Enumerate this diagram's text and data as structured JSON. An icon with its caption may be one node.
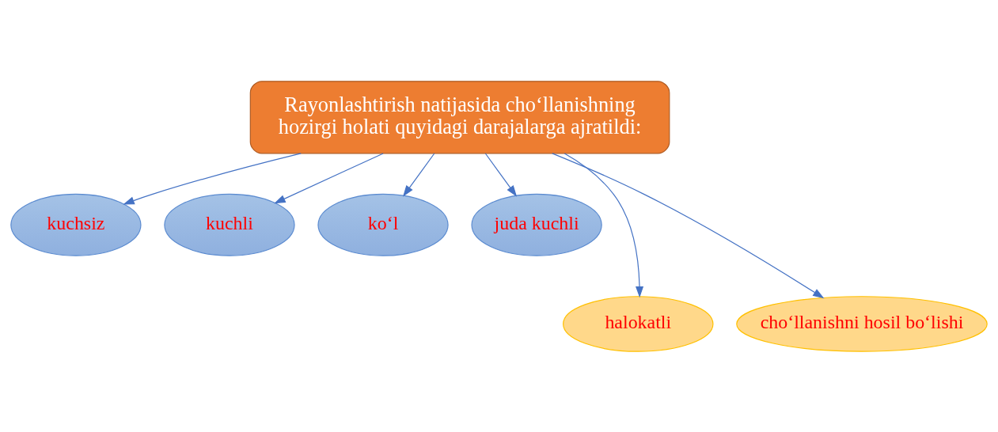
{
  "diagram": {
    "nodes": [
      {
        "text": [
          "Rayonlashtirish natijasida cho‘llanishning hozirgi holati quyidagi darajalarga ajratildi:"
        ]
      },
      {
        "text": [
          "kuchsiz"
        ]
      },
      {
        "text": [
          "kuchli"
        ]
      },
      {
        "text": [
          "ko‘l"
        ]
      },
      {
        "text": [
          "juda kuchli"
        ]
      },
      {
        "text": [
          "halokatli"
        ]
      },
      {
        "text": [
          "cho‘llanishni hosil bo‘lishi"
        ]
      }
    ],
    "edges": [
      {
        "from": 0,
        "to": 1,
        "arrow": "to"
      },
      {
        "from": 0,
        "to": 2,
        "arrow": "to"
      },
      {
        "from": 0,
        "to": 5,
        "arrow": "to"
      },
      {
        "from": 0,
        "to": 3,
        "arrow": "to"
      },
      {
        "from": 0,
        "to": 6,
        "arrow": "to"
      },
      {
        "from": 0,
        "to": 4,
        "arrow": "to"
      }
    ]
  }
}
